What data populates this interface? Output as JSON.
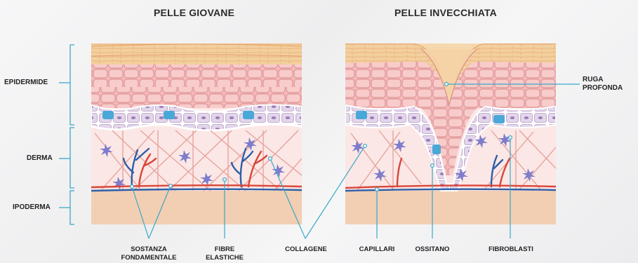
{
  "titles": {
    "young": "PELLE GIOVANE",
    "aged": "PELLE INVECCHIATA"
  },
  "layers": {
    "epidermis": "EPIDERMIDE",
    "dermis": "DERMA",
    "hypodermis": "IPODERMA"
  },
  "callouts": {
    "wrinkle": "RUGA PROFONDA",
    "ground_substance": "SOSTANZA FONDAMENTALE",
    "elastic_fibers": "FIBRE ELASTICHE",
    "collagen": "COLLAGENE",
    "capillaries": "CAPILLARI",
    "oxytalan": "OSSITANO",
    "fibroblasts": "FIBROBLASTI"
  },
  "colors": {
    "stratum_corneum": "#f2c99a",
    "epidermis_cells": "#f4b9b8",
    "basal_cells": "#ddd0e6",
    "basal_blue": "#4aa8d8",
    "dermis": "#fbe6e4",
    "collagen_fibers": "#e59a94",
    "fibroblast": "#7d7cc7",
    "vessel_red": "#d9463a",
    "vessel_blue": "#2e5fa8",
    "hypodermis": "#f2cdb0",
    "leader_line": "#3aa7c9"
  }
}
